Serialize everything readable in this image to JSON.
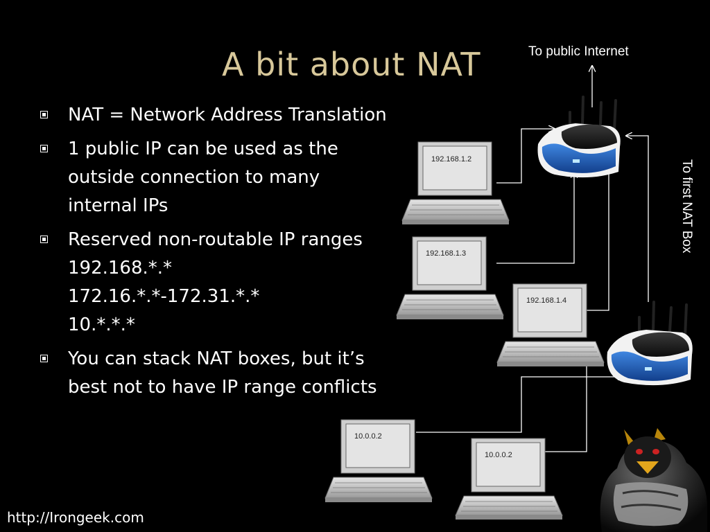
{
  "slide": {
    "title": "A bit about NAT",
    "bullets": [
      {
        "lines": [
          "NAT = Network Address Translation"
        ]
      },
      {
        "lines": [
          "1 public IP can be used as the",
          "outside connection to many",
          "internal IPs"
        ]
      },
      {
        "lines": [
          "Reserved non-routable IP ranges",
          "192.168.*.*",
          "172.16.*.*-172.31.*.*",
          "10.*.*.*"
        ]
      },
      {
        "lines": [
          "You can stack NAT boxes, but it’s",
          "best not to have IP range conflicts"
        ]
      }
    ],
    "footer": "http://Irongeek.com"
  },
  "diagram": {
    "top_label": "To public Internet",
    "side_label": "To first NAT Box",
    "laptops": [
      {
        "ip": "192.168.1.2"
      },
      {
        "ip": "192.168.1.3"
      },
      {
        "ip": "192.168.1.4"
      },
      {
        "ip": "10.0.0.2"
      },
      {
        "ip": "10.0.0.2"
      }
    ],
    "router_icon": "wireless-router-icon",
    "laptop_icon": "laptop-icon",
    "mascot_icon": "penguin-mascot-icon",
    "colors": {
      "background": "#000000",
      "title": "#d8c89a",
      "router_blue": "#1e5bb8",
      "wire": "#ffffff"
    }
  }
}
